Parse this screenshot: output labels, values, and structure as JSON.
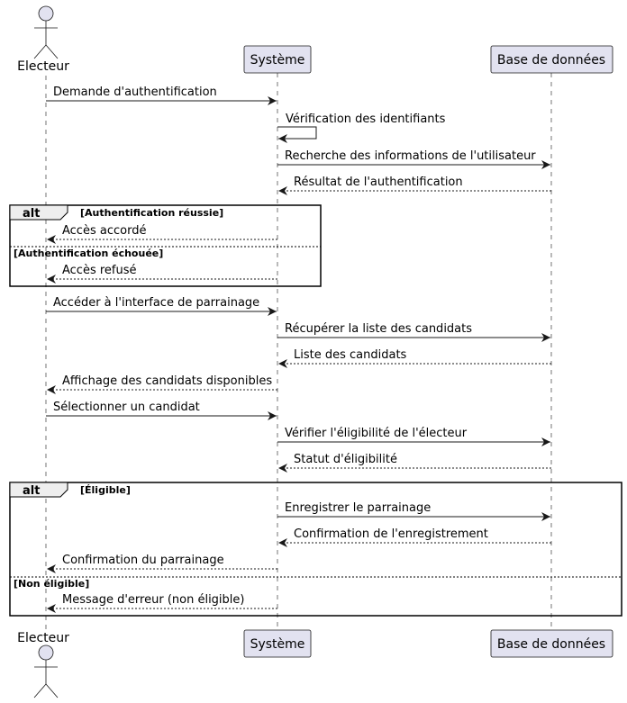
{
  "participants": {
    "actor": "Electeur",
    "system": "Système",
    "db": "Base de données"
  },
  "colors": {
    "participant_fill": "#E2E2F0",
    "participant_stroke": "#181818",
    "lifeline": "#181818"
  },
  "messages": [
    {
      "text": "Demande d'authentification",
      "from": "actor",
      "to": "system",
      "type": "solid"
    },
    {
      "text": "Vérification des identifiants",
      "from": "system",
      "to": "system",
      "type": "self"
    },
    {
      "text": "Recherche des informations de l'utilisateur",
      "from": "system",
      "to": "db",
      "type": "solid"
    },
    {
      "text": "Résultat de l'authentification",
      "from": "db",
      "to": "system",
      "type": "dashed"
    },
    {
      "text": "Accès accordé",
      "from": "system",
      "to": "actor",
      "type": "dashed"
    },
    {
      "text": "Accès refusé",
      "from": "system",
      "to": "actor",
      "type": "dashed"
    },
    {
      "text": "Accéder à l'interface de parrainage",
      "from": "actor",
      "to": "system",
      "type": "solid"
    },
    {
      "text": "Récupérer la liste des candidats",
      "from": "system",
      "to": "db",
      "type": "solid"
    },
    {
      "text": "Liste des candidats",
      "from": "db",
      "to": "system",
      "type": "dashed"
    },
    {
      "text": "Affichage des candidats disponibles",
      "from": "system",
      "to": "actor",
      "type": "dashed"
    },
    {
      "text": "Sélectionner un candidat",
      "from": "actor",
      "to": "system",
      "type": "solid"
    },
    {
      "text": "Vérifier l'éligibilité de l'électeur",
      "from": "system",
      "to": "db",
      "type": "solid"
    },
    {
      "text": "Statut d'éligibilité",
      "from": "db",
      "to": "system",
      "type": "dashed"
    },
    {
      "text": "Enregistrer le parrainage",
      "from": "system",
      "to": "db",
      "type": "solid"
    },
    {
      "text": "Confirmation de l'enregistrement",
      "from": "db",
      "to": "system",
      "type": "dashed"
    },
    {
      "text": "Confirmation du parrainage",
      "from": "system",
      "to": "actor",
      "type": "dashed"
    },
    {
      "text": "Message d'erreur (non éligible)",
      "from": "system",
      "to": "actor",
      "type": "dashed"
    }
  ],
  "fragments": [
    {
      "keyword": "alt",
      "guard": "[Authentification réussie]",
      "else_guard": "[Authentification échouée]"
    },
    {
      "keyword": "alt",
      "guard": "[Éligible]",
      "else_guard": "[Non éligible]"
    }
  ]
}
